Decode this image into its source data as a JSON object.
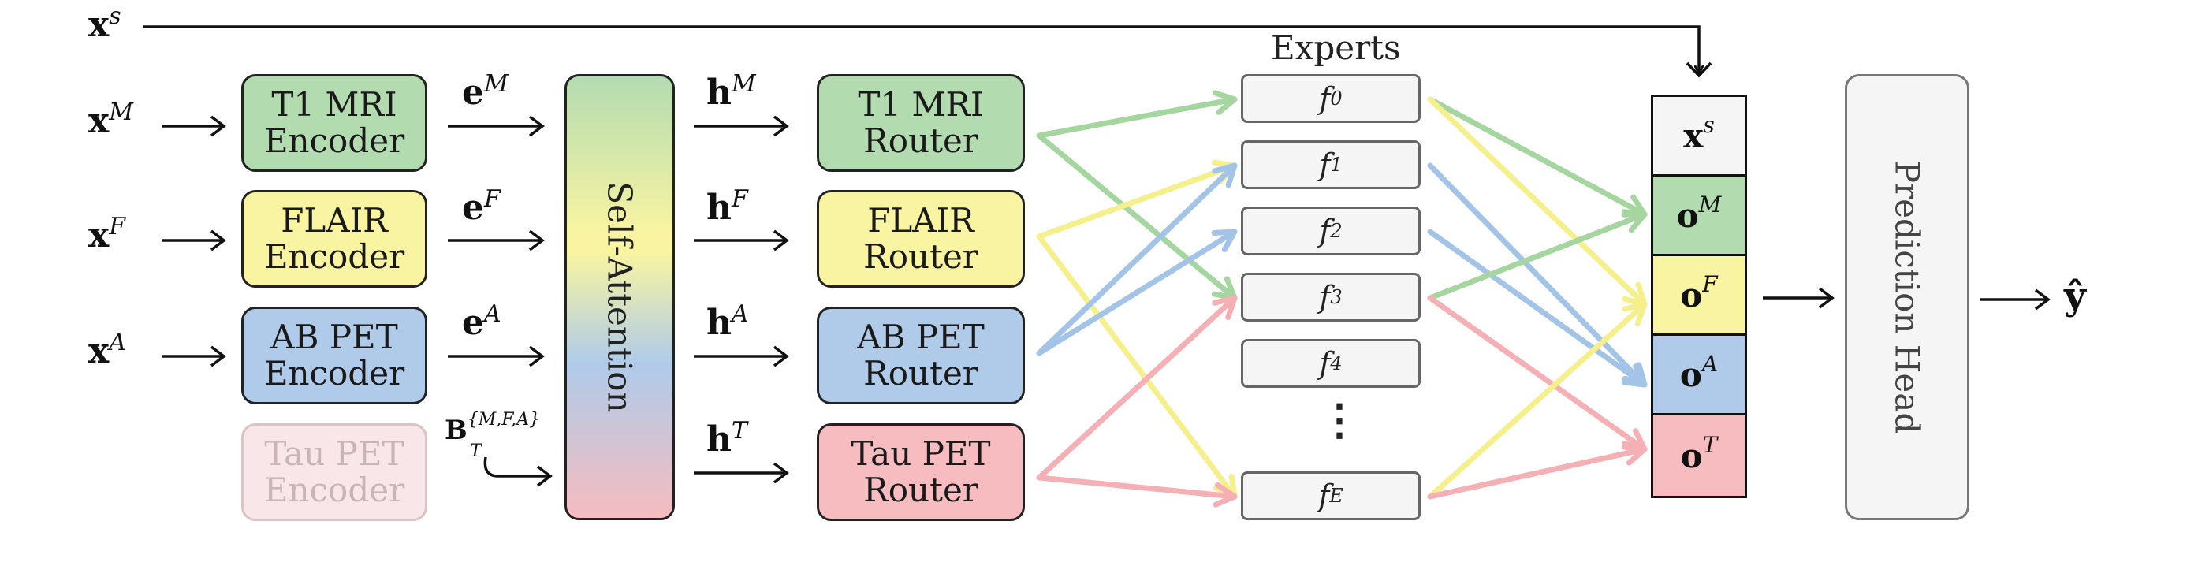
{
  "inputs": [
    {
      "var": "x",
      "sup": "M"
    },
    {
      "var": "x",
      "sup": "F"
    },
    {
      "var": "x",
      "sup": "A"
    }
  ],
  "shared_input": {
    "var": "x",
    "sup": "s"
  },
  "encoders": [
    {
      "line1": "T1 MRI",
      "line2": "Encoder",
      "color": "#b3dbb0"
    },
    {
      "line1": "FLAIR",
      "line2": "Encoder",
      "color": "#f8f4a2"
    },
    {
      "line1": "AB PET",
      "line2": "Encoder",
      "color": "#afcbe9"
    },
    {
      "line1": "Tau PET",
      "line2": "Encoder",
      "color": "#f8e6e8"
    }
  ],
  "embeddings": [
    {
      "var": "e",
      "sup": "M"
    },
    {
      "var": "e",
      "sup": "F"
    },
    {
      "var": "e",
      "sup": "A"
    }
  ],
  "missing_token": {
    "var": "B",
    "sup": "{M,F,A}",
    "sub": "T"
  },
  "self_attention": {
    "label": "Self-Attention"
  },
  "hidden": [
    {
      "var": "h",
      "sup": "M"
    },
    {
      "var": "h",
      "sup": "F"
    },
    {
      "var": "h",
      "sup": "A"
    },
    {
      "var": "h",
      "sup": "T"
    }
  ],
  "routers": [
    {
      "line1": "T1 MRI",
      "line2": "Router",
      "color": "#b3dbb0"
    },
    {
      "line1": "FLAIR",
      "line2": "Router",
      "color": "#f8f4a2"
    },
    {
      "line1": "AB PET",
      "line2": "Router",
      "color": "#afcbe9"
    },
    {
      "line1": "Tau PET",
      "line2": "Router",
      "color": "#f6bcbf"
    }
  ],
  "experts": {
    "title": "Experts",
    "items": [
      {
        "f": "f",
        "sub": "0"
      },
      {
        "f": "f",
        "sub": "1"
      },
      {
        "f": "f",
        "sub": "2"
      },
      {
        "f": "f",
        "sub": "3"
      },
      {
        "f": "f",
        "sub": "4"
      },
      {
        "f": "f",
        "sub": "E"
      }
    ],
    "ellipsis": "⋮"
  },
  "fused_vector": [
    {
      "var": "x",
      "sup": "s",
      "color": "#f4f5f4"
    },
    {
      "var": "o",
      "sup": "M",
      "color": "#b3dbb0"
    },
    {
      "var": "o",
      "sup": "F",
      "color": "#f8f4a2"
    },
    {
      "var": "o",
      "sup": "A",
      "color": "#afcbe9"
    },
    {
      "var": "o",
      "sup": "T",
      "color": "#f6bcbf"
    }
  ],
  "prediction_head": {
    "label": "Prediction Head"
  },
  "output": {
    "var": "ŷ"
  },
  "colors": {
    "green": "#b3dbb0",
    "yellow": "#f8f4a2",
    "blue": "#afcbe9",
    "pink": "#f6bcbf",
    "arrow_green": "#a6d6a0",
    "arrow_yellow": "#f5f08c",
    "arrow_blue": "#a3c4e6",
    "arrow_pink": "#f4b0b4"
  }
}
